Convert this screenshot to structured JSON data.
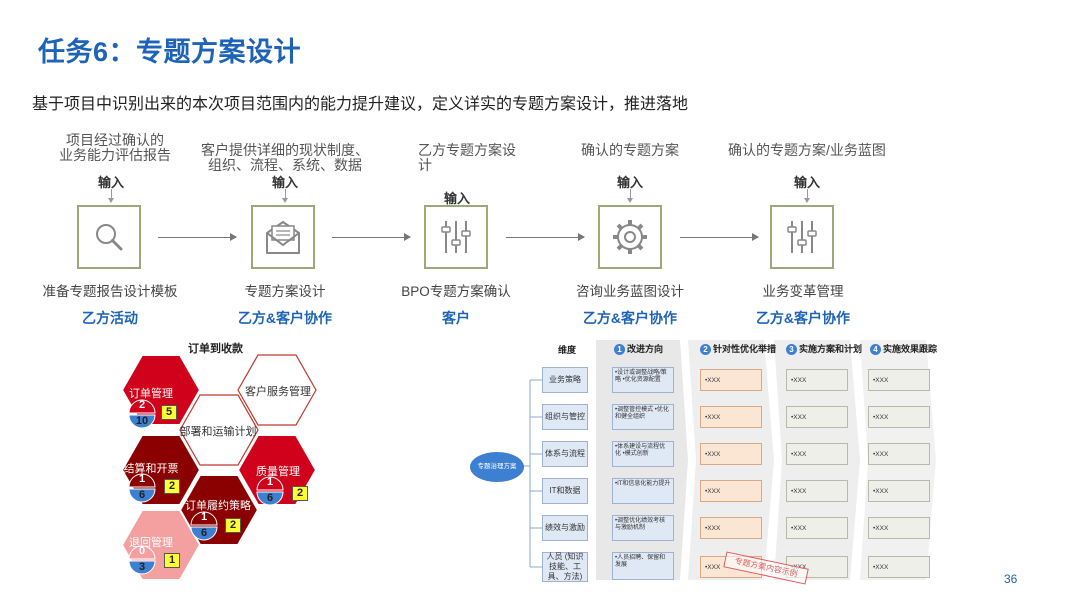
{
  "slide": {
    "title": "任务6：专题方案设计",
    "subtitle": "基于项目中识别出来的本次项目范围内的能力提升建议，定义详实的专题方案设计，推进落地",
    "page_number": "36"
  },
  "process": {
    "input_label": "输入",
    "steps": [
      {
        "input": "项目经过确认的业务能力评估报告",
        "input_line1": "项目经过确认的",
        "input_line2": "业务能力评估报告",
        "name": "准备专题报告设计模板",
        "role": "乙方活动",
        "icon": "search-icon"
      },
      {
        "input": "客户提供详细的现状制度、组织、流程、系统、数据",
        "input_line1": "客户提供详细的现状制度、",
        "input_line2": "组织、流程、系统、数据",
        "name": "专题方案设计",
        "role": "乙方&客户协作",
        "icon": "mail-icon"
      },
      {
        "input": "乙方专题方案设计",
        "input_line1": "乙方专题方案设",
        "input_line2": "计",
        "name": "BPO专题方案确认",
        "role": "客户",
        "icon": "sliders-icon"
      },
      {
        "input": "确认的专题方案",
        "input_line1": "确认的专题方案",
        "input_line2": "",
        "name": "咨询业务蓝图设计",
        "role": "乙方&客户协作",
        "icon": "gear-icon"
      },
      {
        "input": "确认的专题方案/业务蓝图",
        "input_line1": "确认的专题方案/业务蓝图",
        "input_line2": "",
        "name": "业务变革管理",
        "role": "乙方&客户协作",
        "icon": "sliders-icon"
      }
    ]
  },
  "hex_diagram": {
    "title": "订单到收款",
    "cells": [
      {
        "label": "订单管理",
        "top": "2",
        "bottom": "10",
        "badge": "5"
      },
      {
        "label": "客户服务管理"
      },
      {
        "label": "部署和运输计划"
      },
      {
        "label": "结算和开票",
        "top": "1",
        "bottom": "6",
        "badge": "2"
      },
      {
        "label": "质量管理",
        "top": "1",
        "bottom": "6",
        "badge": "2"
      },
      {
        "label": "订单履约策略",
        "top": "1",
        "bottom": "6",
        "badge": "2"
      },
      {
        "label": "退回管理",
        "top": "0",
        "bottom": "3",
        "badge": "1"
      }
    ]
  },
  "matrix": {
    "headers": {
      "dimension": "维度",
      "h1": "改进方向",
      "n1": "1",
      "h2": "针对性优化举措",
      "n2": "2",
      "h3": "实施方案和计划",
      "n3": "3",
      "h4": "实施效果跟踪",
      "n4": "4"
    },
    "root": "专题治理方案",
    "placeholder": "•XXX",
    "stamp": "专题方案内容示例",
    "rows": [
      {
        "dimension": "业务策略",
        "direction": "•设计或调整战略/策略 •优化资源配置"
      },
      {
        "dimension": "组织与管控",
        "direction": "•调整管控模式 •优化和健全组织"
      },
      {
        "dimension": "体系与流程",
        "direction": "•体系建设与流程优化 •模式创新"
      },
      {
        "dimension": "IT和数据",
        "direction": "•IT和信息化能力提升"
      },
      {
        "dimension": "绩效与激励",
        "direction": "•调整优化绩效考核与激励机制"
      },
      {
        "dimension": "人员 (知识技能、工具、方法)",
        "direction": "•人员招聘、保留和发展"
      }
    ]
  },
  "colors": {
    "title_blue": "#1d63b8",
    "hex_red": "#d0021b",
    "hex_darkred": "#8b0000",
    "hex_pink": "#f4a0a0",
    "step_border": "#9aa87a"
  }
}
